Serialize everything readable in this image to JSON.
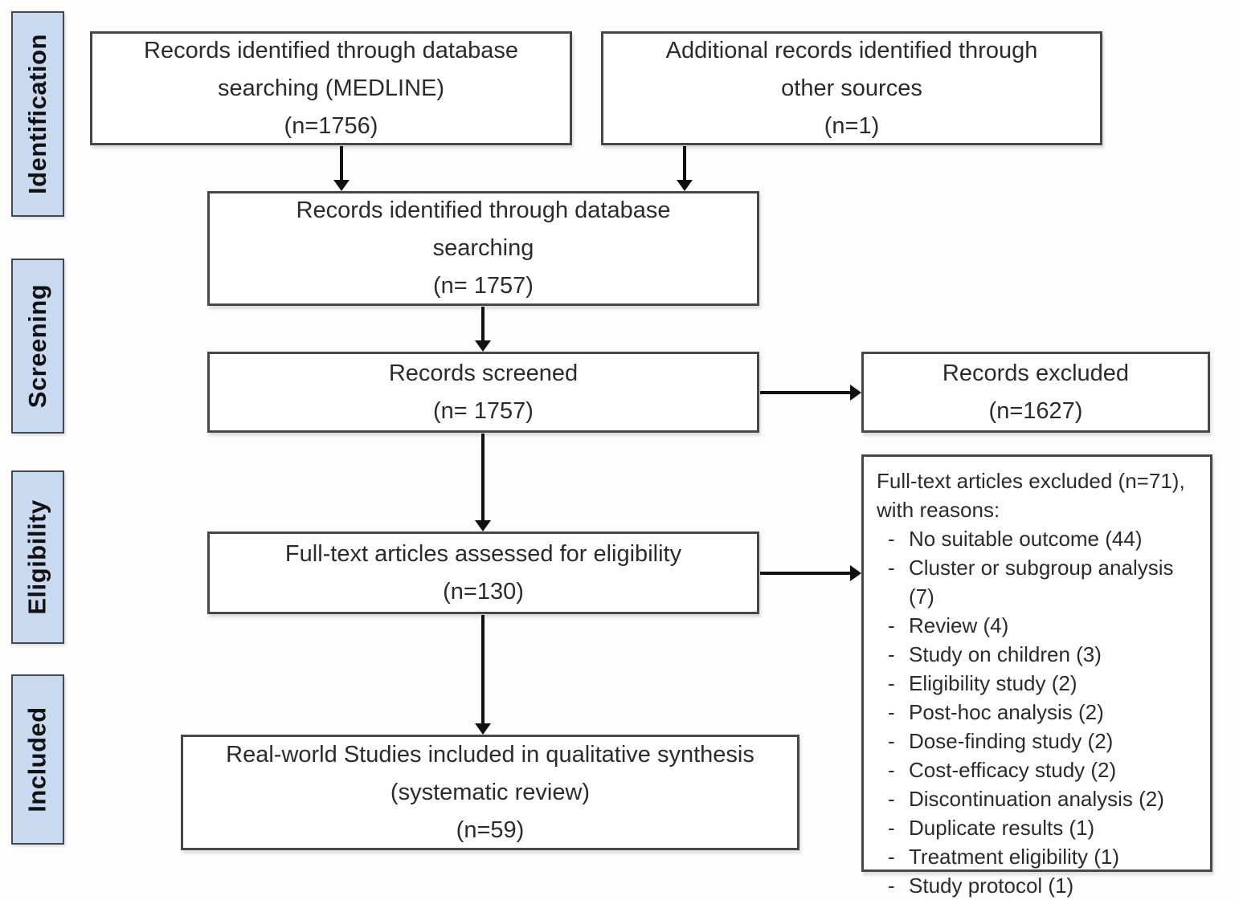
{
  "diagram_type": "prisma-flow-diagram",
  "colors": {
    "stage_bg": "#c9daf0",
    "box_border": "#474747",
    "text": "#2b2b2b",
    "arrow": "#111111",
    "background": "#fdfdfd"
  },
  "sidebar": {
    "stages": [
      {
        "label": "Identification"
      },
      {
        "label": "Screening"
      },
      {
        "label": "Eligibility"
      },
      {
        "label": "Included"
      }
    ]
  },
  "boxes": {
    "medline": {
      "text": "Records identified through database\nsearching (MEDLINE)\n(n=1756)"
    },
    "other_sources": {
      "text": "Additional records identified through\nother sources\n(n=1)"
    },
    "combined": {
      "text": "Records identified through database\nsearching\n(n= 1757)"
    },
    "screened": {
      "text": "Records screened\n(n= 1757)"
    },
    "excluded": {
      "text": "Records excluded\n(n=1627)"
    },
    "fulltext": {
      "text": "Full-text articles assessed for eligibility\n(n=130)"
    },
    "included": {
      "text": "Real-world Studies included in qualitative synthesis\n(systematic review)\n(n=59)"
    },
    "reasons": {
      "heading": "Full-text articles excluded (n=71),\nwith reasons:",
      "bullet": "-",
      "items": [
        "No suitable outcome (44)",
        "Cluster or subgroup analysis (7)",
        "Review (4)",
        "Study on children (3)",
        "Eligibility study (2)",
        "Post-hoc analysis (2)",
        "Dose-finding study (2)",
        "Cost-efficacy study (2)",
        "Discontinuation analysis (2)",
        "Duplicate results (1)",
        "Treatment eligibility (1)",
        "Study protocol (1)"
      ]
    }
  }
}
